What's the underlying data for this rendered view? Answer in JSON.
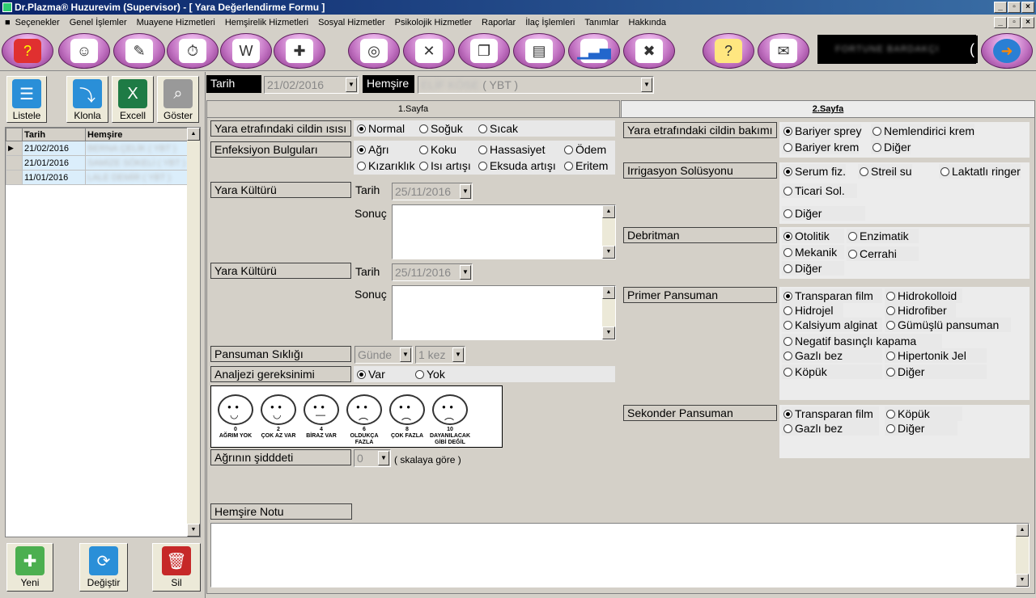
{
  "window": {
    "title": "Dr.Plazma® Huzurevim (Supervisor) - [ Yara Değerlendirme Formu ]"
  },
  "menu": [
    "Seçenekler",
    "Genel İşlemler",
    "Muayene Hizmetleri",
    "Hemşirelik Hizmetleri",
    "Sosyal Hizmetler",
    "Psikolojik Hizmetler",
    "Raporlar",
    "İlaç İşlemleri",
    "Tanımlar",
    "Hakkında"
  ],
  "toolbar": {
    "banner": "FORTUNE BARDAKÇI"
  },
  "left": {
    "buttons": {
      "listele": "Listele",
      "klonla": "Klonla",
      "excel": "Excell",
      "goster": "Göster",
      "yeni": "Yeni",
      "degistir": "Değiştir",
      "sil": "Sil"
    },
    "grid": {
      "headers": [
        "Tarih",
        "Hemşire"
      ],
      "rows": [
        [
          "21/02/2016",
          "BERNA ÇELİK ( YBT )"
        ],
        [
          "21/01/2016",
          "SAMİZE SÖKELİ ( YBT )"
        ],
        [
          "11/01/2016",
          "LALE DEMİR ( YBT )"
        ]
      ]
    }
  },
  "header": {
    "tarih_label": "Tarih",
    "tarih_value": "21/02/2016",
    "hemsire_label": "Hemşire",
    "hemsire_name": "ELİF KÖSE",
    "hemsire_role": "( YBT )"
  },
  "tabs": {
    "tab1": "1.Sayfa",
    "tab2": "2.Sayfa"
  },
  "form": {
    "isi": {
      "label": "Yara etrafındaki cildin ısısı",
      "opts": [
        "Normal",
        "Soğuk",
        "Sıcak"
      ]
    },
    "enfeksiyon": {
      "label": "Enfeksiyon Bulguları",
      "opts": [
        "Ağrı",
        "Koku",
        "Hassasiyet",
        "Ödem",
        "Kızarıklık",
        "Isı artışı",
        "Eksuda artışı",
        "Eritem"
      ]
    },
    "kultur1": {
      "label": "Yara Kültürü",
      "tarih_label": "Tarih",
      "tarih_value": "25/11/2016",
      "sonuc_label": "Sonuç"
    },
    "kultur2": {
      "label": "Yara Kültürü",
      "tarih_label": "Tarih",
      "tarih_value": "25/11/2016",
      "sonuc_label": "Sonuç"
    },
    "siklik": {
      "label": "Pansuman Sıklığı",
      "v1": "Günde",
      "v2": "1 kez"
    },
    "analjezi": {
      "label": "Analjezi gereksinimi",
      "opts": [
        "Var",
        "Yok"
      ]
    },
    "agri": {
      "label": "Ağrının şidddeti",
      "value": "0",
      "suffix": "( skalaya göre )"
    },
    "faces": [
      {
        "n": "0",
        "t": "AĞRIM YOK"
      },
      {
        "n": "2",
        "t": "ÇOK AZ VAR"
      },
      {
        "n": "4",
        "t": "BİRAZ VAR"
      },
      {
        "n": "6",
        "t": "OLDUKÇA FAZLA"
      },
      {
        "n": "8",
        "t": "ÇOK FAZLA"
      },
      {
        "n": "10",
        "t": "DAYANILACAK GİBİ DEĞİL"
      }
    ],
    "not_label": "Hemşire Notu"
  },
  "right": {
    "bakim": {
      "label": "Yara etrafındaki cildin bakımı",
      "opts": [
        "Bariyer sprey",
        "Nemlendirici krem",
        "Bariyer krem",
        "Diğer"
      ]
    },
    "irrigasyon": {
      "label": "Irrigasyon Solüsyonu",
      "opts": [
        "Serum fiz.",
        "Streil su",
        "Laktatlı ringer",
        "Ticari Sol.",
        "Diğer"
      ]
    },
    "debritman": {
      "label": "Debritman",
      "opts": [
        "Otolitik",
        "Enzimatik",
        "Mekanik",
        "Cerrahi",
        "Diğer"
      ]
    },
    "primer": {
      "label": "Primer Pansuman",
      "opts": [
        "Transparan film",
        "Hidrokolloid",
        "Hidrojel",
        "Hidrofiber",
        "Kalsiyum alginat",
        "Gümüşlü pansuman",
        "Negatif basınçlı kapama",
        "Gazlı bez",
        "Hipertonik Jel",
        "Köpük",
        "Diğer"
      ]
    },
    "sekonder": {
      "label": "Sekonder Pansuman",
      "opts": [
        "Transparan film",
        "Köpük",
        "Gazlı bez",
        "Diğer"
      ]
    }
  }
}
